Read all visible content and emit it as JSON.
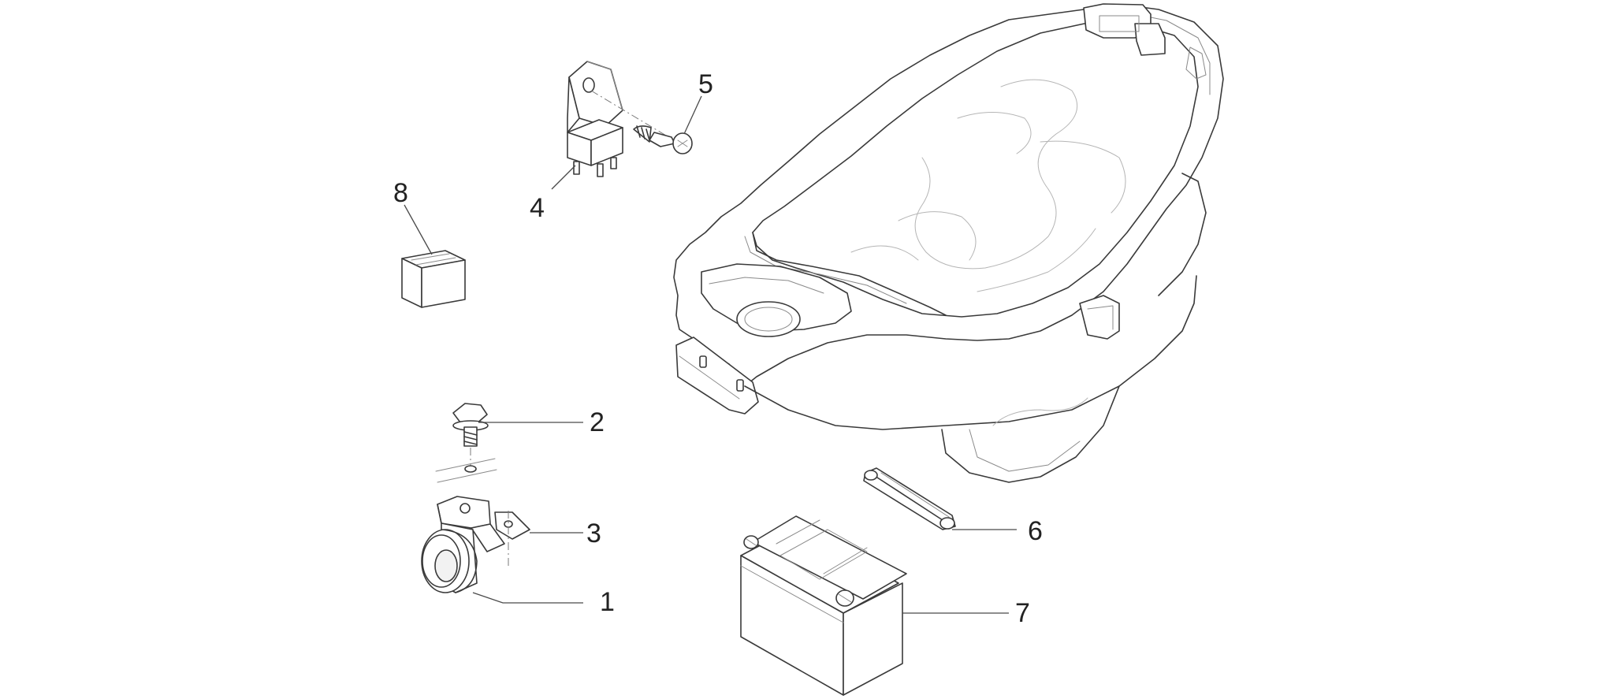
{
  "callouts": {
    "c1": "1",
    "c2": "2",
    "c3": "3",
    "c4": "4",
    "c5": "5",
    "c6": "6",
    "c7": "7",
    "c8": "8"
  },
  "parts": [
    {
      "id": "1",
      "icon": "horn-icon"
    },
    {
      "id": "2",
      "icon": "flange-bolt-icon"
    },
    {
      "id": "3",
      "icon": "horn-bracket-icon"
    },
    {
      "id": "4",
      "icon": "relay-icon"
    },
    {
      "id": "5",
      "icon": "self-tapping-screw-icon"
    },
    {
      "id": "6",
      "icon": "battery-strap-icon"
    },
    {
      "id": "7",
      "icon": "battery-icon"
    },
    {
      "id": "8",
      "icon": "fuse-box-icon"
    }
  ],
  "colors": {
    "line": "#3a3a3a",
    "background": "#ffffff"
  }
}
